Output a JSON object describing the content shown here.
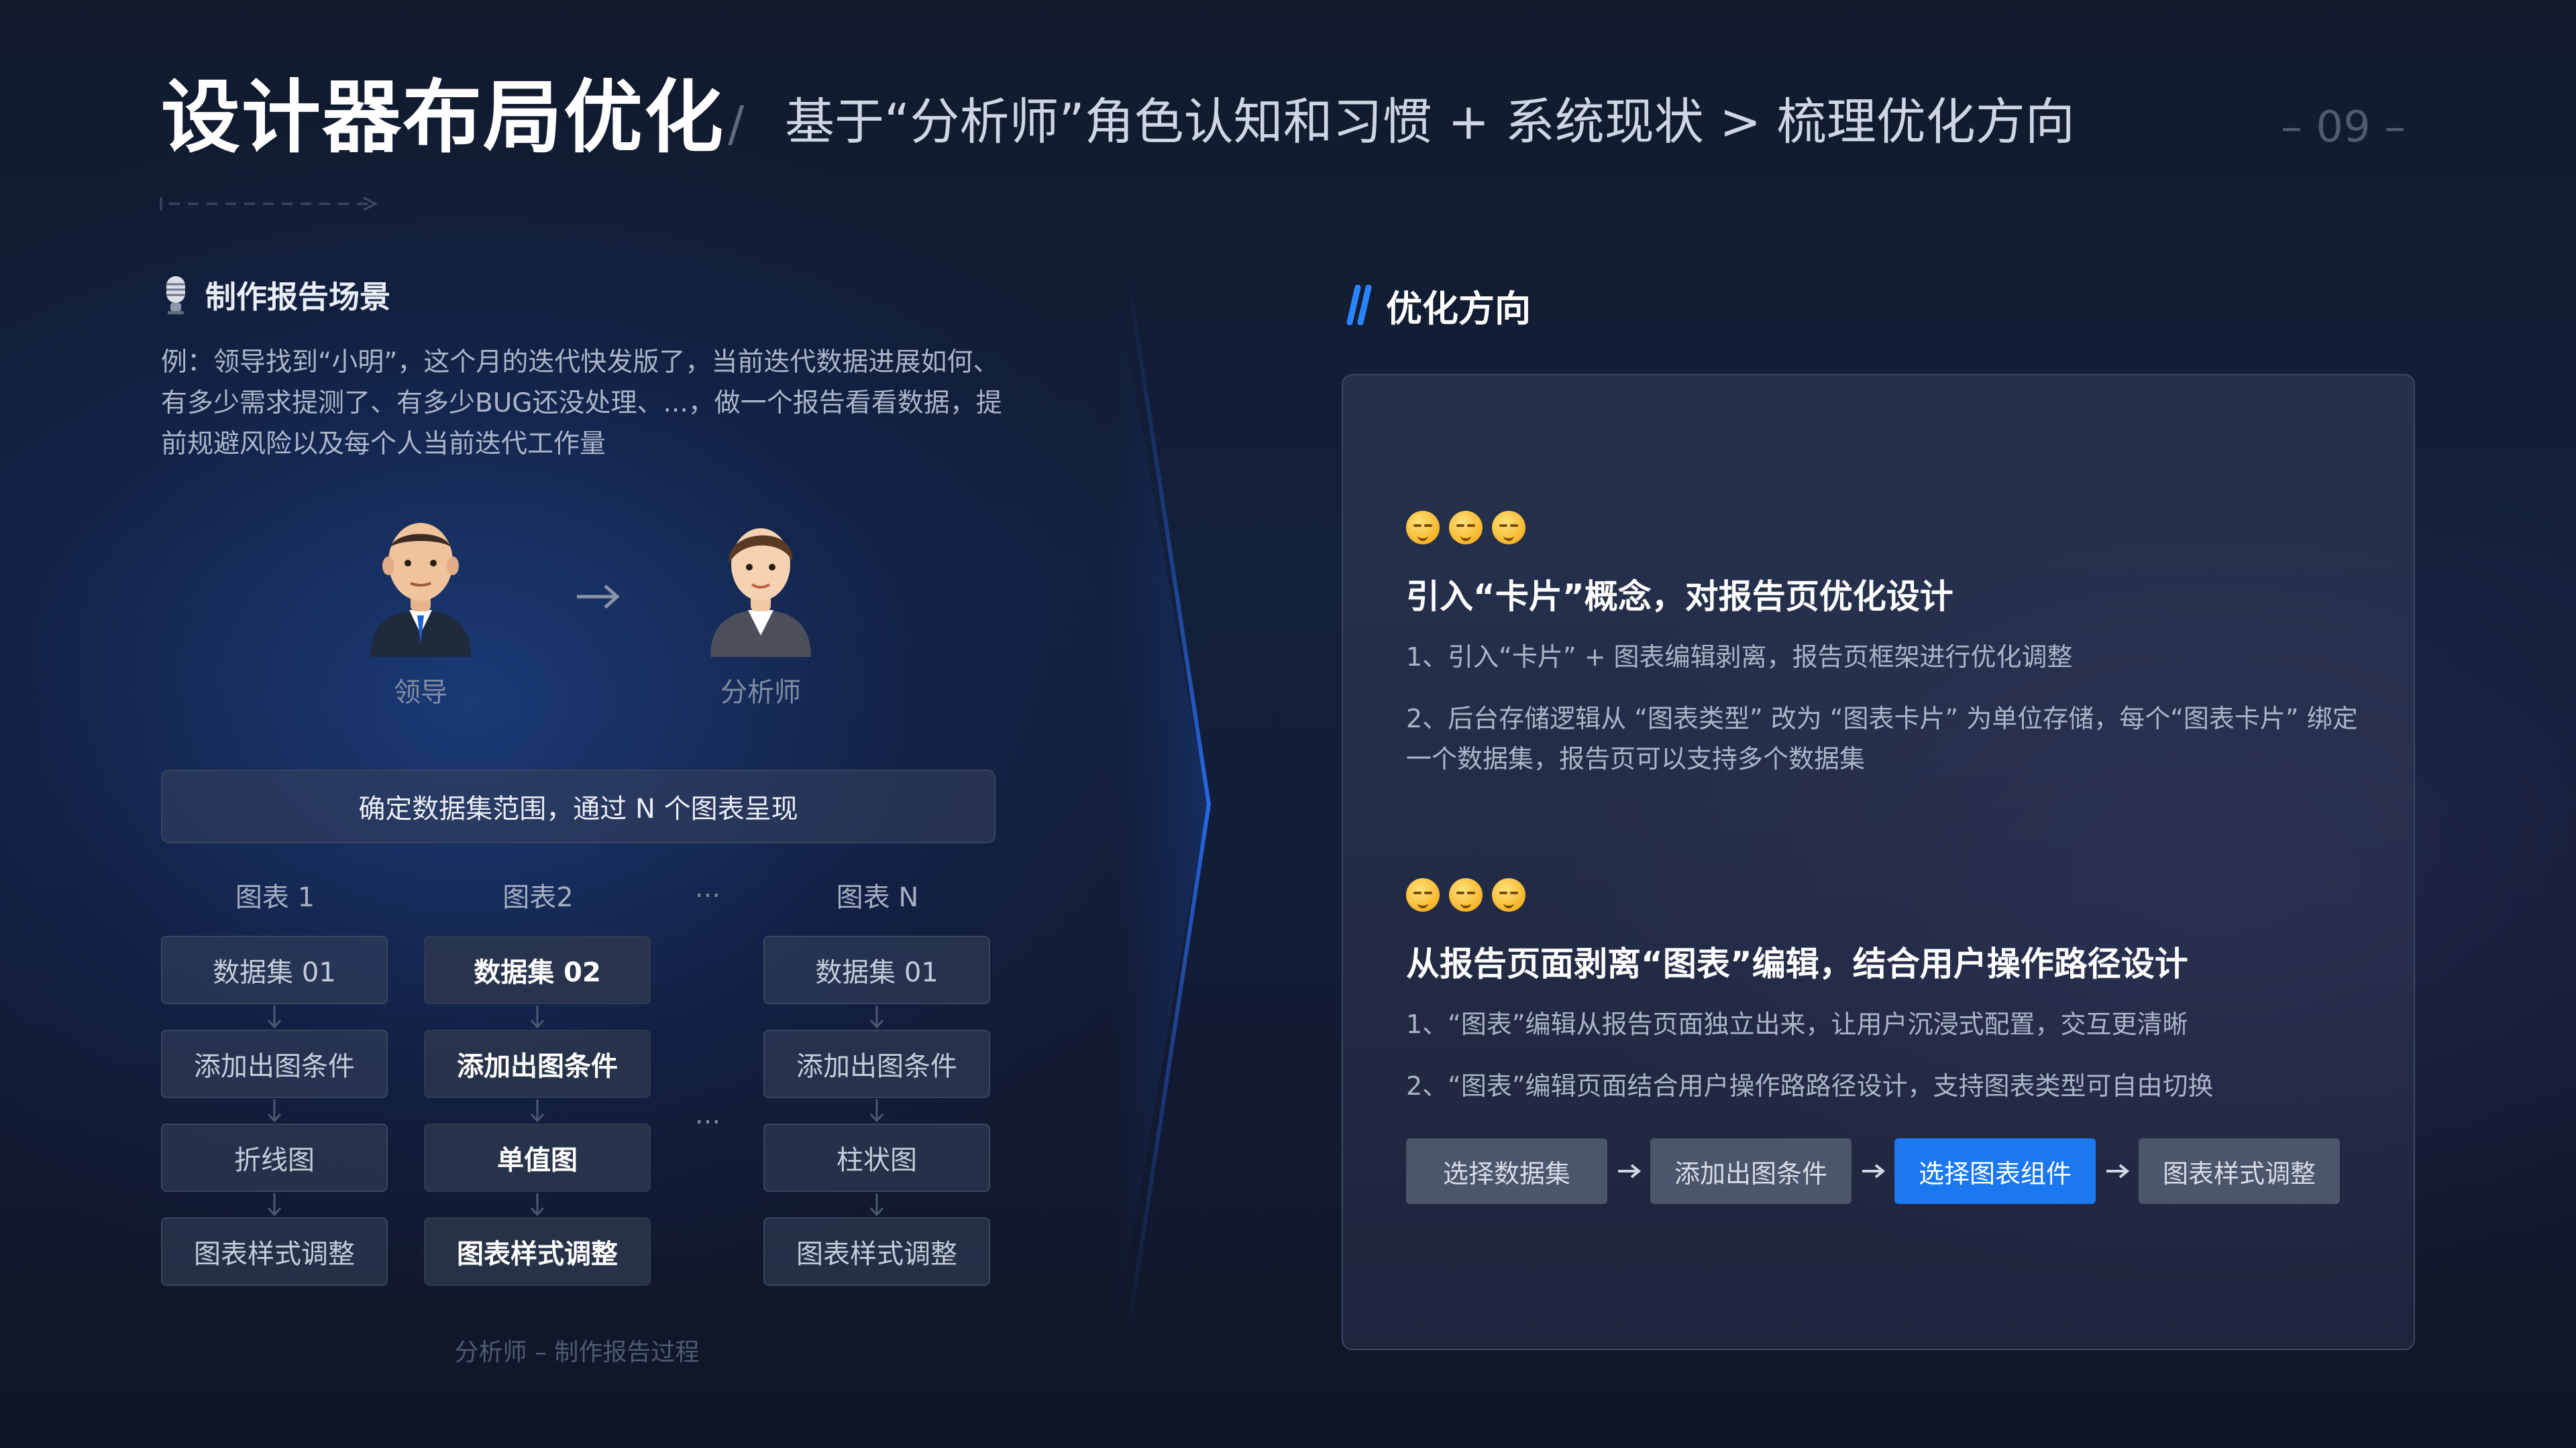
{
  "header": {
    "title": "设计器布局优化",
    "slash": "/",
    "subtitle": "基于“分析师”角色认知和习惯 + 系统现状 > 梳理优化方向",
    "page_number": "– 09 –"
  },
  "scenario": {
    "icon": "microphone-icon",
    "title": "制作报告场景",
    "description": "例：领导找到“小明”，这个月的迭代快发版了，当前迭代数据进展如何、有多少需求提测了、有多少BUG还没处理、...，做一个报告看看数据，提前规避风险以及每个人当前迭代工作量"
  },
  "roles": {
    "leader": "领导",
    "analyst": "分析师"
  },
  "flow": {
    "range": "确定数据集范围，通过 N 个图表呈现",
    "ellipsis": "...",
    "columns": [
      {
        "head": "图表 1",
        "steps": [
          "数据集 01",
          "添加出图条件",
          "折线图",
          "图表样式调整"
        ]
      },
      {
        "head": "图表2",
        "steps": [
          "数据集 02",
          "添加出图条件",
          "单值图",
          "图表样式调整"
        ]
      },
      {
        "head": "图表 N",
        "steps": [
          "数据集 01",
          "添加出图条件",
          "柱状图",
          "图表样式调整"
        ]
      }
    ],
    "caption": "分析师 – 制作报告过程"
  },
  "optimization": {
    "title": "优化方向",
    "items": [
      {
        "title": "引入“卡片”概念，对报告页优化设计",
        "lines": [
          "1、引入“卡片” + 图表编辑剥离，报告页框架进行优化调整",
          "2、后台存储逻辑从 “图表类型” 改为 “图表卡片” 为单位存储，每个“图表卡片” 绑定一个数据集，报告页可以支持多个数据集"
        ]
      },
      {
        "title": "从报告页面剥离“图表”编辑，结合用户操作路径设计",
        "lines": [
          "1、“图表”编辑从报告页面独立出来，让用户沉浸式配置，交互更清晰",
          "2、“图表”编辑页面结合用户操作路路径设计，支持图表类型可自由切换"
        ]
      }
    ],
    "steps": [
      "选择数据集",
      "添加出图条件",
      "选择图表组件",
      "图表样式调整"
    ],
    "active_step": "选择图表组件"
  },
  "colors": {
    "accent": "#1b78f0",
    "background": "#13203b"
  }
}
